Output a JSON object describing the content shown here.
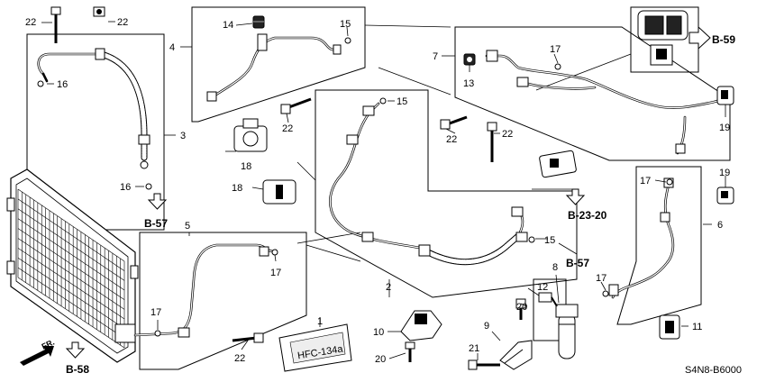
{
  "diagram": {
    "code": "S4N8-B6000",
    "front_label": "FR.",
    "plate_text": "HFC-134a",
    "refs": {
      "b59": "B-59",
      "b57_left": "B-57",
      "b57_right": "B-57",
      "b58": "B-58",
      "b2320": "B-23-20"
    },
    "callouts": {
      "c1": "1",
      "c2": "2",
      "c3": "3",
      "c4": "4",
      "c5": "5",
      "c6": "6",
      "c7": "7",
      "c8": "8",
      "c9": "9",
      "c10": "10",
      "c11": "11",
      "c12": "12",
      "c13": "13",
      "c14": "14",
      "c15a": "15",
      "c15b": "15",
      "c15c": "15",
      "c16a": "16",
      "c16b": "16",
      "c17a": "17",
      "c17b": "17",
      "c17c": "17",
      "c17d": "17",
      "c17e": "17",
      "c18a": "18",
      "c18b": "18",
      "c19a": "19",
      "c19b": "19",
      "c20a": "20",
      "c20b": "20",
      "c21": "21",
      "c22a": "22",
      "c22b": "22",
      "c22c": "22",
      "c22d": "22",
      "c22e": "22",
      "c22f": "22"
    }
  }
}
